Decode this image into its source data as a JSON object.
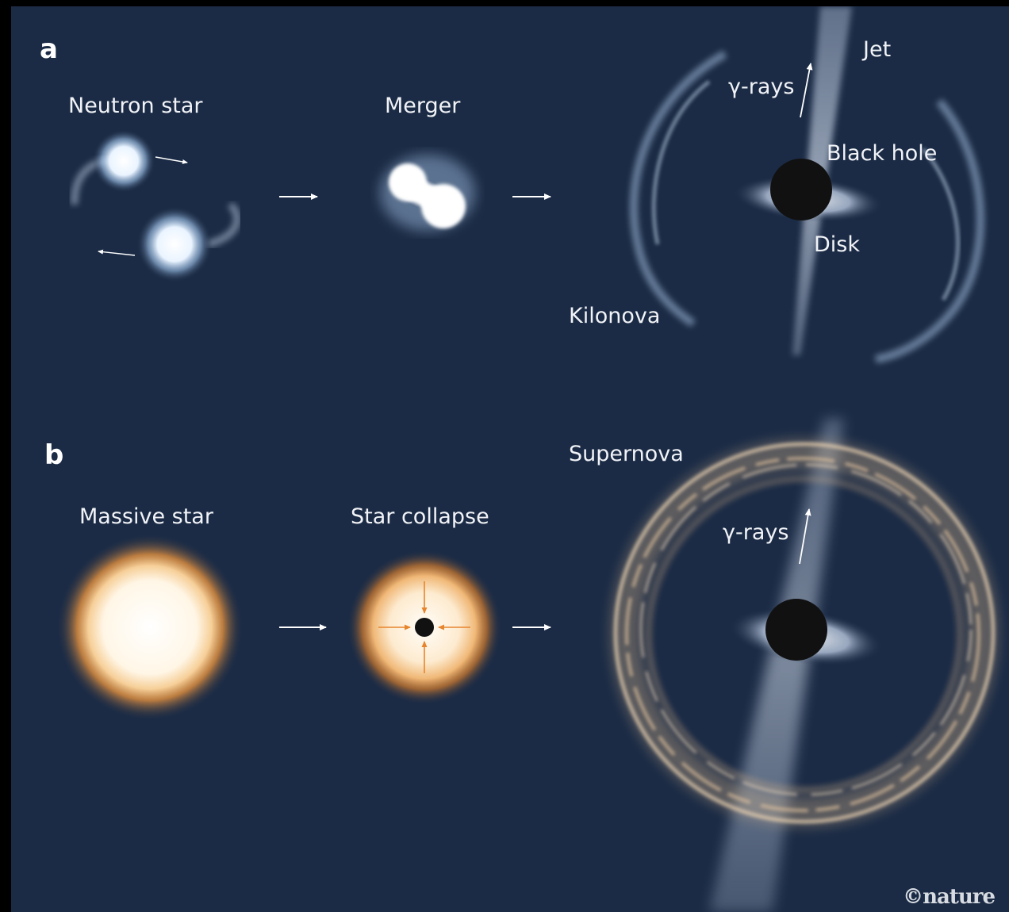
{
  "panels": {
    "a": {
      "letter": "a",
      "labels": {
        "neutron_star": "Neutron star",
        "merger": "Merger",
        "gamma_rays": "γ-rays",
        "jet": "Jet",
        "black_hole": "Black hole",
        "disk": "Disk",
        "kilonova": "Kilonova"
      }
    },
    "b": {
      "letter": "b",
      "labels": {
        "massive_star": "Massive star",
        "star_collapse": "Star collapse",
        "supernova": "Supernova",
        "gamma_rays": "γ-rays"
      }
    }
  },
  "credit": "©nature",
  "colors": {
    "background": "#1b2b45",
    "neutron_glow": "#dfeeff",
    "star_core": "#fff8ec",
    "star_halo": "#e49a4c",
    "collapse_arrows": "#e7852e",
    "black_hole": "#111111",
    "supernova_shell": "#e8c9a2"
  }
}
